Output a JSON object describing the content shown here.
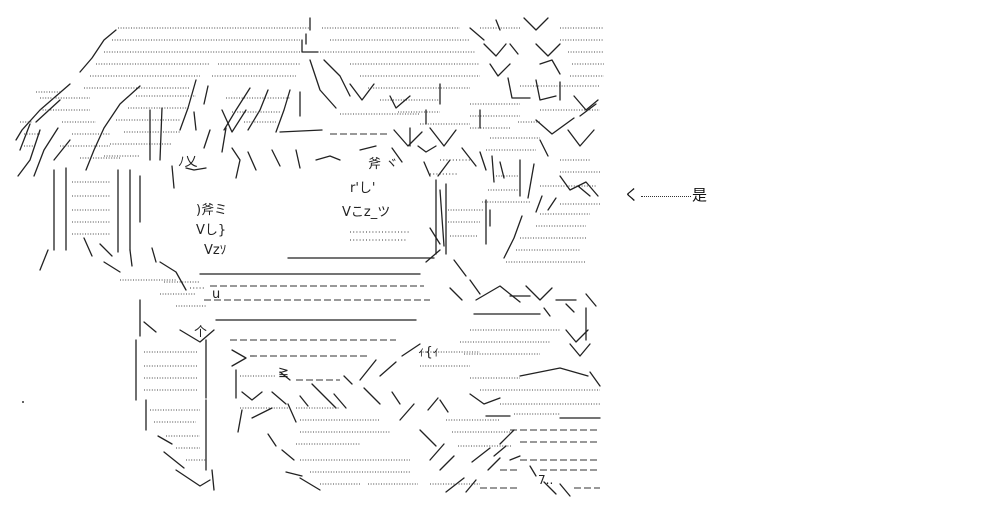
{
  "art": {
    "description_type": "ascii-text-art",
    "face_glyphs": {
      "left_eye": "ﾉ乂",
      "left_eye_under": ")斧ミ",
      "left_mouth_mark": "Vし}",
      "left_cheek": "Vzｿ",
      "right_eye": "斧 ヾ",
      "right_eye_under": "r'し'",
      "right_mouth": "Vこz_ツ",
      "nose_u": "u",
      "chin_mark": "个",
      "collar_i": "ｨ{ｨ",
      "collar_ge": "≧",
      "bottom_label": "7.."
    }
  },
  "caption": {
    "arrow": "く",
    "text": "是"
  },
  "colors": {
    "ink": "#222222",
    "background": "#ffffff"
  }
}
